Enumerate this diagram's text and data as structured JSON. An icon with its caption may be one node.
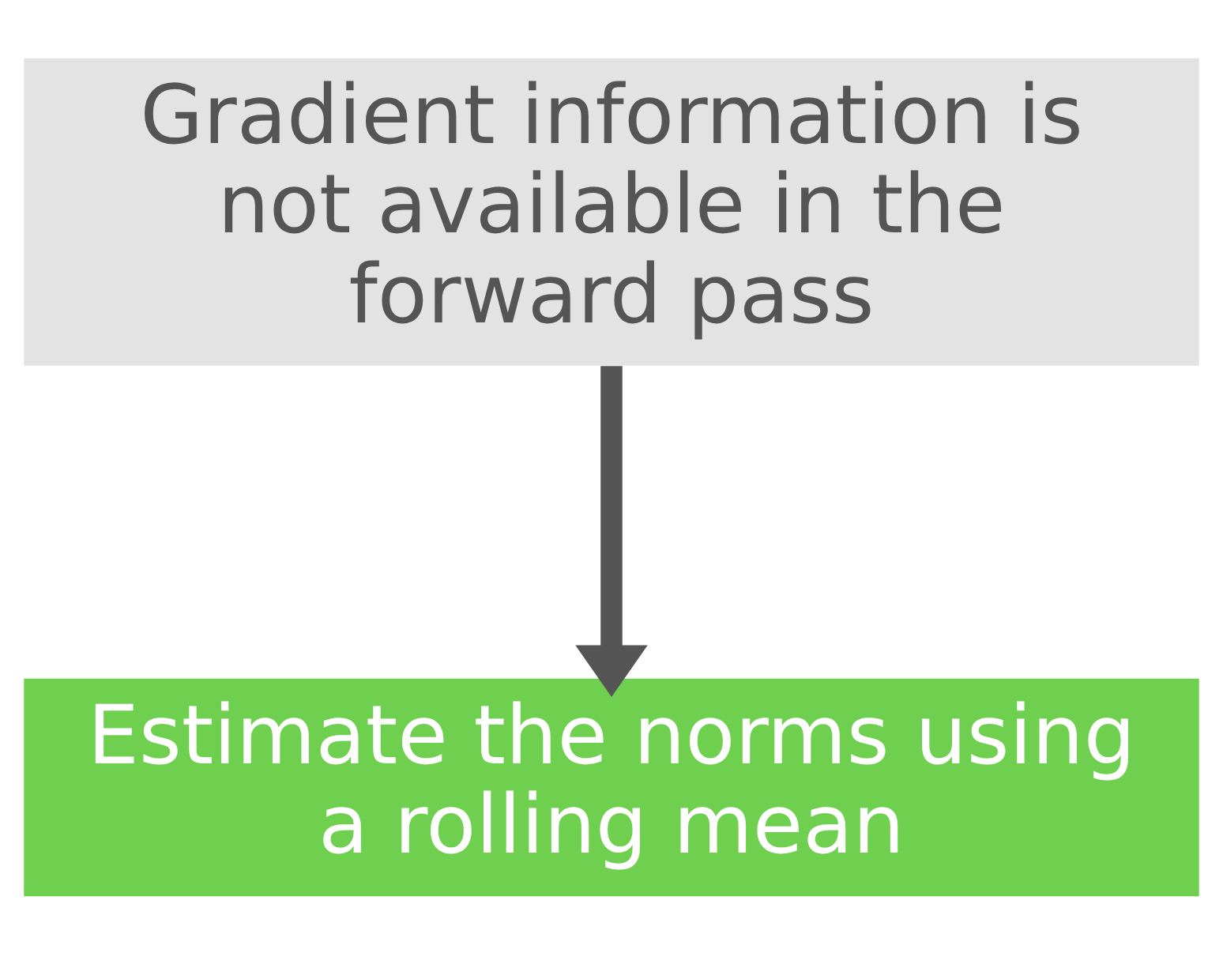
{
  "diagram": {
    "nodes": [
      {
        "text": [
          "Gradient information is not available in the forward pass"
        ]
      },
      {
        "text": [
          "Estimate the norms using a rolling mean"
        ]
      }
    ],
    "edges": [
      {
        "from": 0,
        "to": 1,
        "arrow": "to"
      }
    ]
  }
}
